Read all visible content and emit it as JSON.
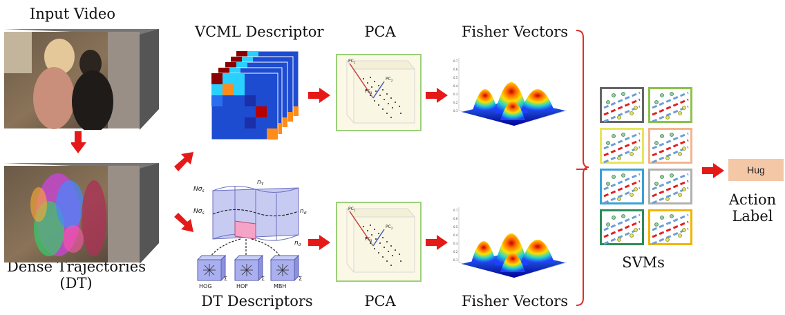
{
  "labels": {
    "input_video": "Input Video",
    "dense_traj_line1": "Dense Trajectories",
    "dense_traj_line2": "(DT)",
    "vcml": "VCML Descriptor",
    "dt_descriptors": "DT Descriptors",
    "pca_top": "PCA",
    "pca_bottom": "PCA",
    "fisher_top": "Fisher Vectors",
    "fisher_bottom": "Fisher Vectors",
    "svms": "SVMs",
    "action_label_line1": "Action",
    "action_label_line2": "Label",
    "hug": "Hug"
  },
  "pca_axes": {
    "pc1": "PC",
    "pc2": "PC",
    "pc3": "PC",
    "sub1": "1",
    "sub2": "2",
    "sub3": "3"
  },
  "dt_math": {
    "n_sigma_1": "Nσ",
    "n_sigma_1_sub": "s",
    "n_sigma_2": "Nσ",
    "n_sigma_2_sub": "s",
    "n_tau": "n",
    "n_tau_sub": "τ",
    "n_sigma_r": "n",
    "n_sigma_r_sub": "σ",
    "n_sigma_b": "n",
    "n_sigma_b_sub": "σ",
    "hog": "HOG",
    "hof": "HOF",
    "mbh": "MBH",
    "sum": "Σ"
  },
  "svm_border_colors": [
    "#666666",
    "#8bc34a",
    "#e6e65a",
    "#f4b58a",
    "#3aa0d8",
    "#b0b0b0",
    "#2e8b57",
    "#f0b400"
  ],
  "colors": {
    "arrow": "#e61919",
    "pca_frame": "#9bd07a",
    "bracket": "#d9302a"
  }
}
